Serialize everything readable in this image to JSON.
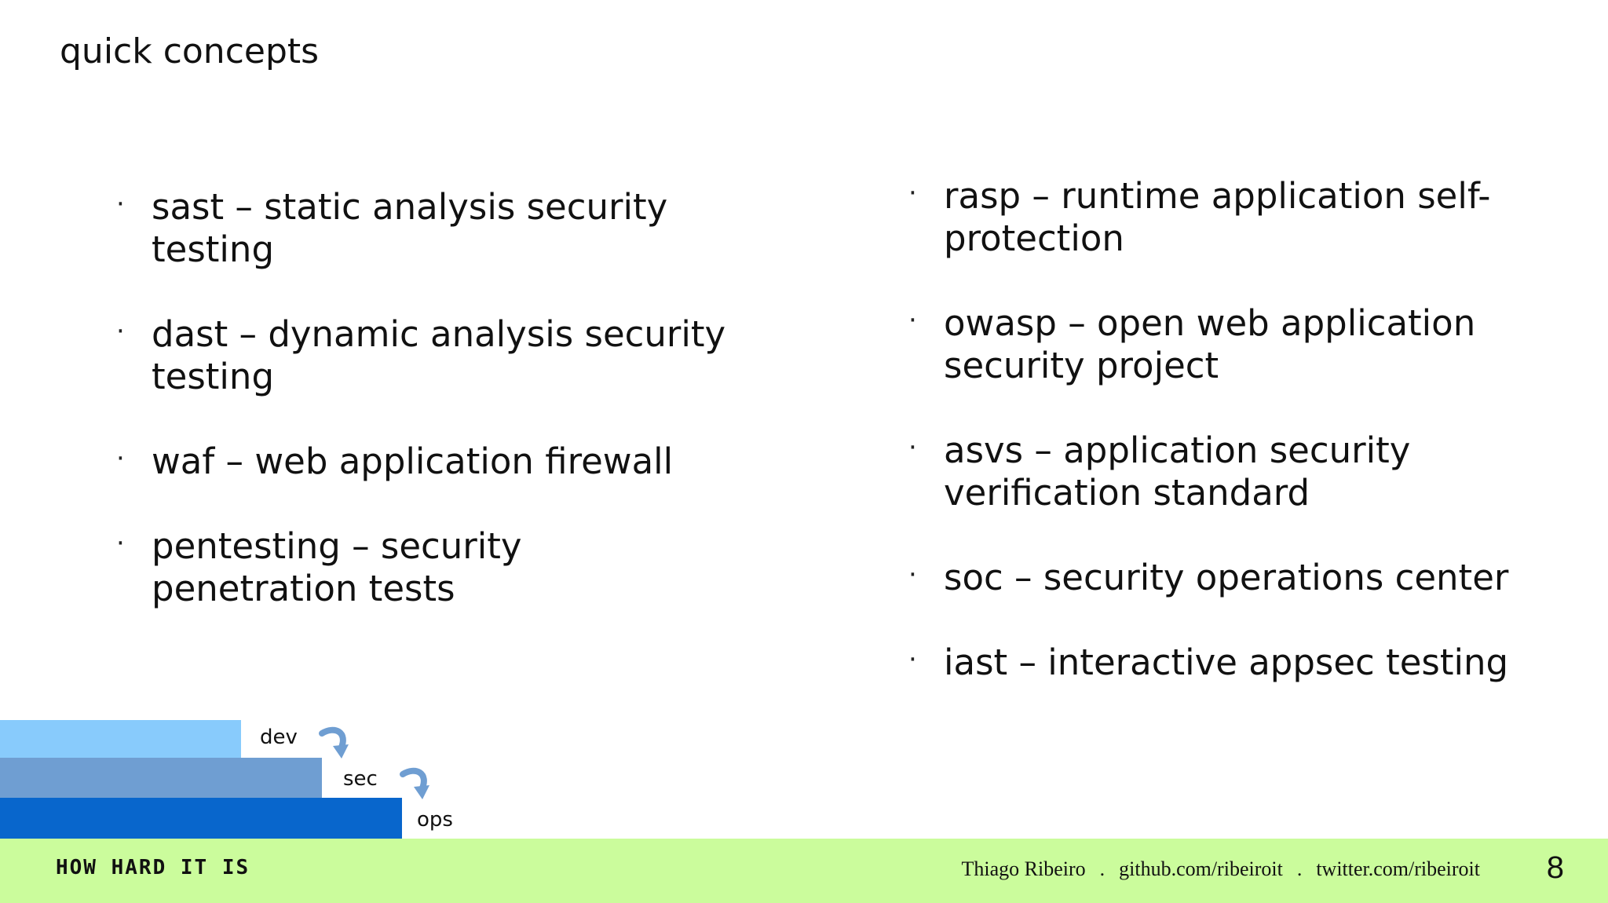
{
  "slide": {
    "title": "quick concepts",
    "left_items": [
      "sast – static analysis security testing",
      "dast – dynamic analysis security testing",
      "waf – web application firewall",
      "pentesting – security penetration tests"
    ],
    "right_items": [
      "rasp – runtime application self-protection",
      "owasp – open web application security project",
      "asvs – application security verification standard",
      "soc – security operations center",
      "iast – interactive appsec testing"
    ],
    "bullet_glyph": "·"
  },
  "stairs": {
    "labels": [
      "dev",
      "sec",
      "ops"
    ],
    "colors": [
      "#88cbfc",
      "#6f9ed2",
      "#0866cc"
    ],
    "arrow_icon": "curved-arrow-down-icon"
  },
  "footer": {
    "title": "HOW HARD IT IS",
    "author": "Thiago Ribeiro",
    "github": "github.com/ribeiroit",
    "twitter": "twitter.com/ribeiroit",
    "separator": ".",
    "page_number": "8",
    "background_color": "#cbfc9c"
  }
}
